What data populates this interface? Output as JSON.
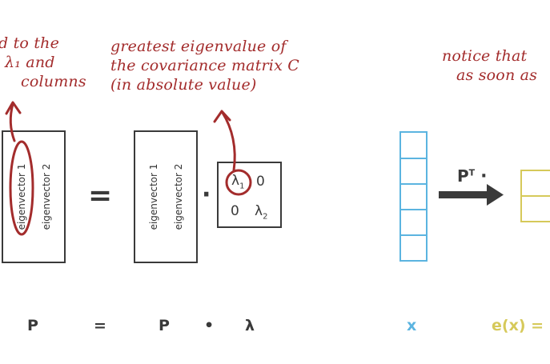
{
  "notes": {
    "left": [
      "d to the",
      "λ₁ and",
      "columns"
    ],
    "middle": [
      "greatest eigenvalue of",
      "the covariance matrix C",
      "(in absolute value)"
    ],
    "right": [
      "notice that",
      "as soon as"
    ]
  },
  "matrix_p": {
    "col1": "eigenvector 1",
    "col2": "eigenvector 2"
  },
  "matrix_p2": {
    "col1": "eigenvector 1",
    "col2": "eigenvector 2"
  },
  "lambda_matrix": {
    "a11": "λ",
    "a11_sub": "1",
    "a12": "0",
    "a21": "0",
    "a22": "λ",
    "a22_sub": "2"
  },
  "operators": {
    "equals": "=",
    "dot": "·"
  },
  "transform": {
    "label": "P",
    "sup": "T",
    "dot": "·"
  },
  "bottom_row": {
    "p": "P",
    "eq": "=",
    "p2": "P",
    "dot": "•",
    "lambda": "λ",
    "x": "x",
    "ex": "e(x) = I"
  },
  "colors": {
    "annotation": "#a32c2c",
    "x_vector": "#5bb4e0",
    "e_vector": "#d6c95a",
    "ink": "#3a3a3a"
  }
}
